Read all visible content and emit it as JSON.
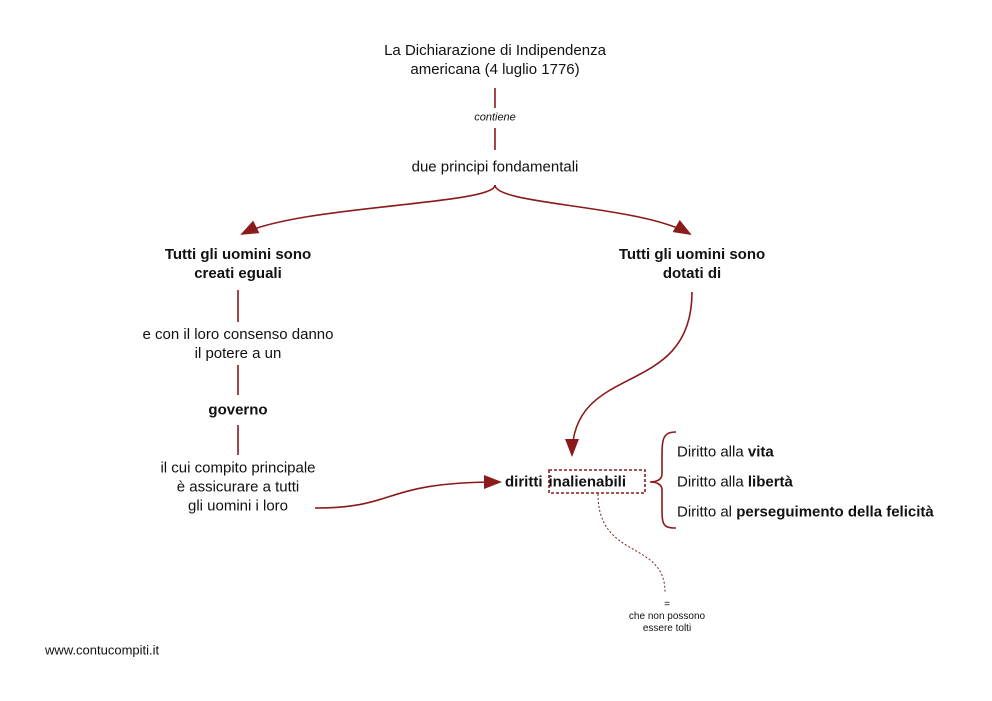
{
  "colors": {
    "accent": "#8b1a1a"
  },
  "root": {
    "line1": "La Dichiarazione di Indipendenza",
    "line2": "americana (4 luglio 1776)"
  },
  "link_contains": "contiene",
  "principles": "due principi fondamentali",
  "left": {
    "title_line1": "Tutti gli uomini sono",
    "title_line2": "creati eguali",
    "consent_line1": "e con il loro consenso danno",
    "consent_line2": "il potere a un",
    "government": "governo",
    "task_line1": "il cui compito principale",
    "task_line2": "è assicurare a tutti",
    "task_line3": "gli uomini i loro"
  },
  "right": {
    "title_line1": "Tutti gli uomini sono",
    "title_line2": "dotati di"
  },
  "rights": {
    "word1": "diritti",
    "word2": "inalienabili"
  },
  "rights_list": [
    {
      "prefix": "Diritto alla ",
      "bold": "vita"
    },
    {
      "prefix": "Diritto alla ",
      "bold": "libertà"
    },
    {
      "prefix": "Diritto al ",
      "bold": "perseguimento della felicità"
    }
  ],
  "definition": {
    "equals": "=",
    "line1": "che non possono",
    "line2": "essere tolti"
  },
  "footer": "www.contucompiti.it"
}
